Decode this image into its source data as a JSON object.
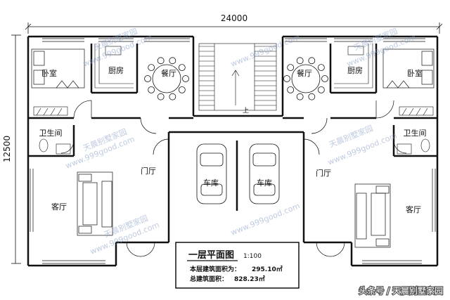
{
  "dims": {
    "width": "24000",
    "height": "12500"
  },
  "rooms": {
    "bedroom": "卧室",
    "kitchen": "厨房",
    "dining": "餐厅",
    "bathroom": "卫生间",
    "living": "客厅",
    "foyer": "门厅",
    "garage": "车库",
    "stair_up": "上"
  },
  "title_block": {
    "title": "一层平面图",
    "scale": "1:100",
    "floor_area_label": "本层建筑面积为：",
    "floor_area_value": "295.10㎡",
    "total_area_label": "总建筑面积：",
    "total_area_value": "828.23㎡"
  },
  "watermark": {
    "name": "天晨别墅家园",
    "url": "www.999good.com"
  },
  "footer": "头条号 / 天晨别墅家园",
  "colors": {
    "line": "#111111",
    "watermark": "#8aa0c8"
  }
}
